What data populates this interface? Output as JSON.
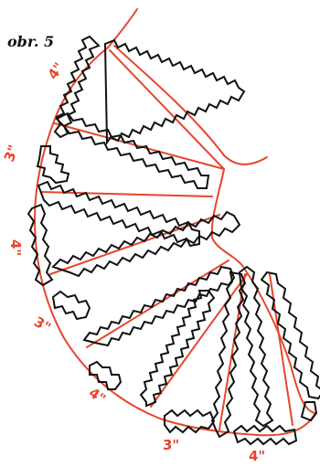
{
  "figure_label": "obr. 5",
  "colors": {
    "outline": "#e8452c",
    "zigzag": "#111111",
    "paper": "#ffffff"
  },
  "notes": [
    "4\"",
    "3\"",
    "4\"",
    "3\"",
    "4\"",
    "3\"",
    "4\""
  ]
}
